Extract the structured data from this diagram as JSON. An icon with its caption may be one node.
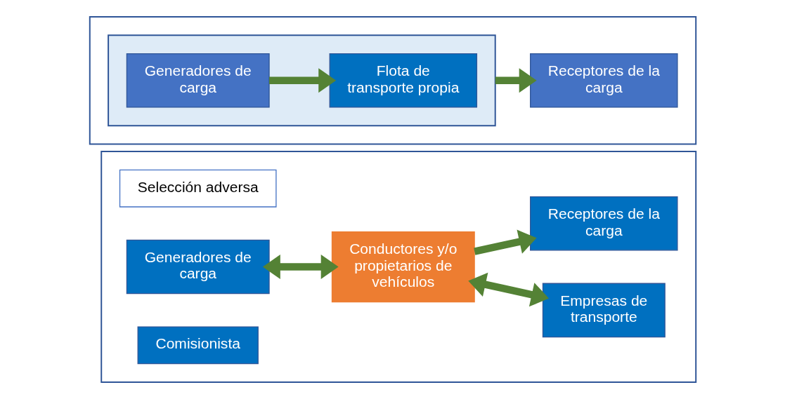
{
  "diagram": {
    "nodes": [
      {
        "text": [],
        "shape": "box"
      },
      {
        "text": [
          "Selección adversa"
        ],
        "in": 0
      },
      {
        "text": [
          "Generadores de carga"
        ],
        "in": 0
      },
      {
        "text": [
          "Conductores y/o propietarios de vehículos"
        ],
        "in": 0
      },
      {
        "text": [
          "Empresas de transporte"
        ],
        "in": 0
      },
      {
        "text": [
          "Comisionista"
        ],
        "in": 0
      },
      {
        "text": [
          "Receptores de la carga"
        ],
        "in": 0
      },
      {
        "text": [],
        "shape": "box"
      },
      {
        "text": [],
        "shape": "box",
        "in": 7
      },
      {
        "text": [
          "Generadores de carga"
        ],
        "in": 8
      },
      {
        "text": [
          "Flota de transporte propia"
        ],
        "in": 8
      },
      {
        "text": [
          "Receptores de la carga"
        ],
        "in": 7
      }
    ],
    "edges": [
      {
        "from": 2,
        "to": 3,
        "arrow": "both"
      },
      {
        "from": 3,
        "to": 6,
        "arrow": "to"
      },
      {
        "from": 3,
        "to": 4,
        "arrow": "both"
      },
      {
        "from": 9,
        "to": 10,
        "arrow": "to"
      },
      {
        "from": 8,
        "to": 11,
        "arrow": "to"
      }
    ]
  }
}
